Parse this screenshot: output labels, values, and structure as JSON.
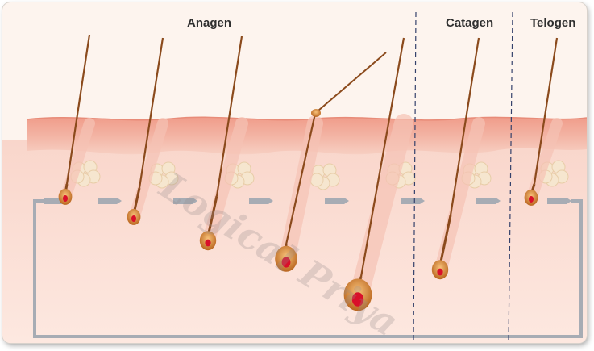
{
  "phases": {
    "anagen": "Anagen",
    "catagen": "Catagen",
    "telogen": "Telogen"
  },
  "watermark": "Logical Priya",
  "colors": {
    "background": "#fdf4ee",
    "epidermis": "#f2b2a0",
    "dermis": "#fbdcd1",
    "hair_shaft": "#8b4a1c",
    "papilla": "#d9102a",
    "gland": "#f6e6cf",
    "cycle_arrow": "#a7acb4",
    "divider": "#34416b"
  }
}
